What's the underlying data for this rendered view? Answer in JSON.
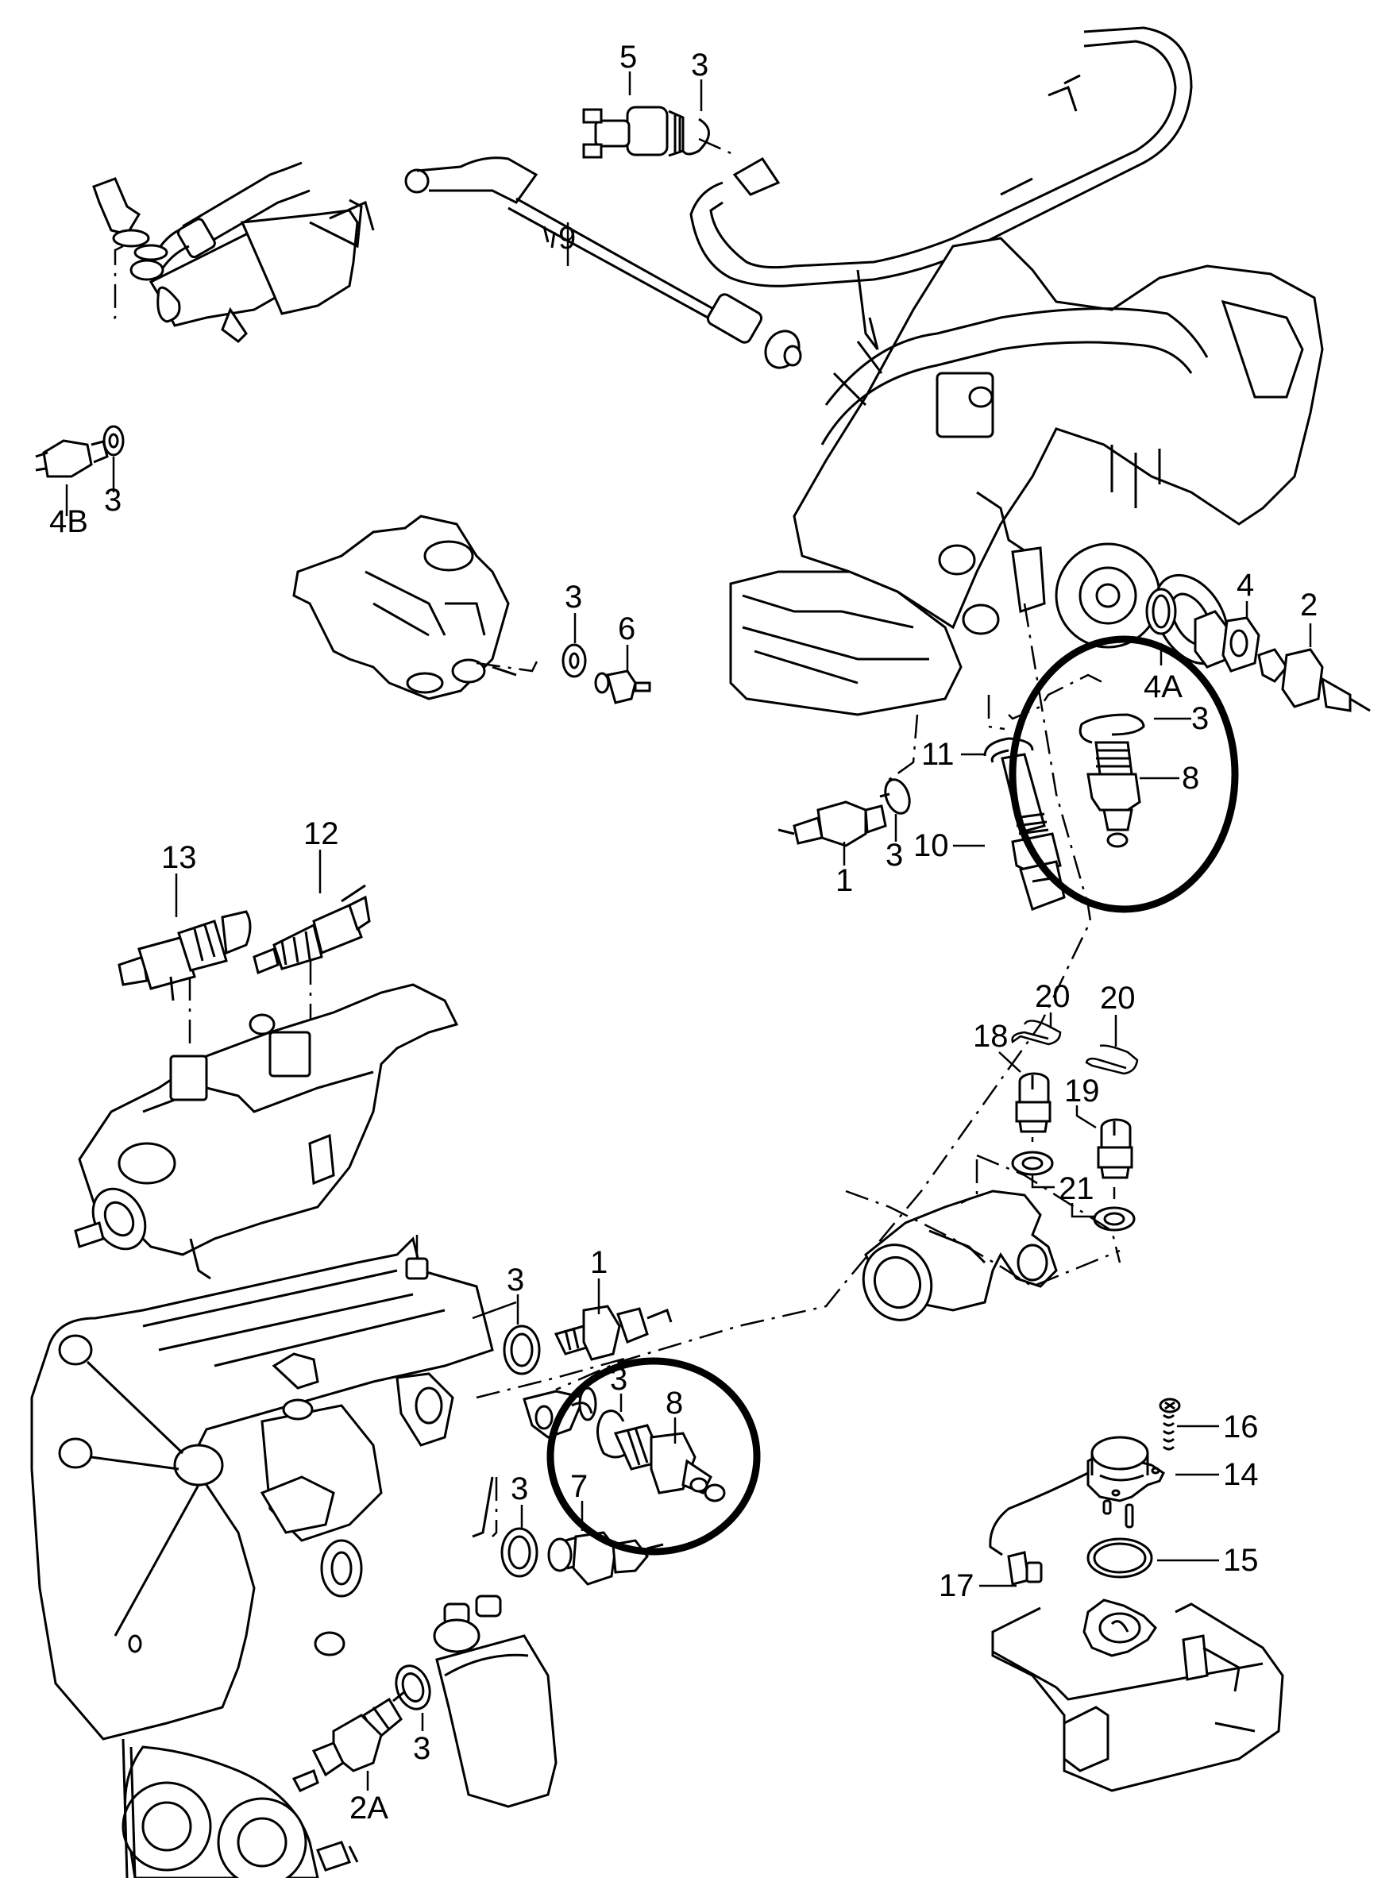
{
  "diagram": {
    "title": "",
    "background": "#ffffff",
    "ink": "#000000",
    "callouts": [
      {
        "id": "c-5",
        "label": "5",
        "part": "pressure switch (two terminals)"
      },
      {
        "id": "c-3a",
        "label": "3",
        "part": "seal ring"
      },
      {
        "id": "c-9",
        "label": "9",
        "part": "speedometer cable"
      },
      {
        "id": "c-4b",
        "label": "4B",
        "part": "sender"
      },
      {
        "id": "c-3b",
        "label": "3",
        "part": "seal ring"
      },
      {
        "id": "c-3c",
        "label": "3",
        "part": "seal ring"
      },
      {
        "id": "c-6",
        "label": "6",
        "part": "switch"
      },
      {
        "id": "c-4",
        "label": "4",
        "part": "adapter nut"
      },
      {
        "id": "c-2",
        "label": "2",
        "part": "temperature sender"
      },
      {
        "id": "c-4a",
        "label": "4A",
        "part": "seal ring"
      },
      {
        "id": "c-3d",
        "label": "3",
        "part": "seal ring (circled)"
      },
      {
        "id": "c-8a",
        "label": "8",
        "part": "sender (circled)"
      },
      {
        "id": "c-11",
        "label": "11",
        "part": "seal ring"
      },
      {
        "id": "c-10",
        "label": "10",
        "part": "sensor"
      },
      {
        "id": "c-1a",
        "label": "1",
        "part": "sender"
      },
      {
        "id": "c-3e",
        "label": "3",
        "part": "seal ring"
      },
      {
        "id": "c-13",
        "label": "13",
        "part": "sensor with connector"
      },
      {
        "id": "c-12",
        "label": "12",
        "part": "sensor with connector"
      },
      {
        "id": "c-20a",
        "label": "20",
        "part": "retaining clip"
      },
      {
        "id": "c-20b",
        "label": "20",
        "part": "retaining clip"
      },
      {
        "id": "c-18",
        "label": "18",
        "part": "temperature switch"
      },
      {
        "id": "c-19",
        "label": "19",
        "part": "temperature switch"
      },
      {
        "id": "c-21",
        "label": "21",
        "part": "seal ring"
      },
      {
        "id": "c-3f",
        "label": "3",
        "part": "seal ring"
      },
      {
        "id": "c-1b",
        "label": "1",
        "part": "sender"
      },
      {
        "id": "c-3g",
        "label": "3",
        "part": "seal ring (circled)"
      },
      {
        "id": "c-8b",
        "label": "8",
        "part": "sender (circled)"
      },
      {
        "id": "c-7",
        "label": "7",
        "part": "sender"
      },
      {
        "id": "c-3h",
        "label": "3",
        "part": "seal ring"
      },
      {
        "id": "c-16",
        "label": "16",
        "part": "screw"
      },
      {
        "id": "c-14",
        "label": "14",
        "part": "level sensor"
      },
      {
        "id": "c-15",
        "label": "15",
        "part": "gasket"
      },
      {
        "id": "c-17",
        "label": "17",
        "part": "connector"
      },
      {
        "id": "c-3i",
        "label": "3",
        "part": "seal ring"
      },
      {
        "id": "c-2a",
        "label": "2A",
        "part": "temperature sender"
      }
    ],
    "highlights": [
      {
        "id": "hl-upper",
        "contains": [
          "3",
          "8"
        ]
      },
      {
        "id": "hl-lower",
        "contains": [
          "3",
          "8"
        ]
      }
    ]
  }
}
